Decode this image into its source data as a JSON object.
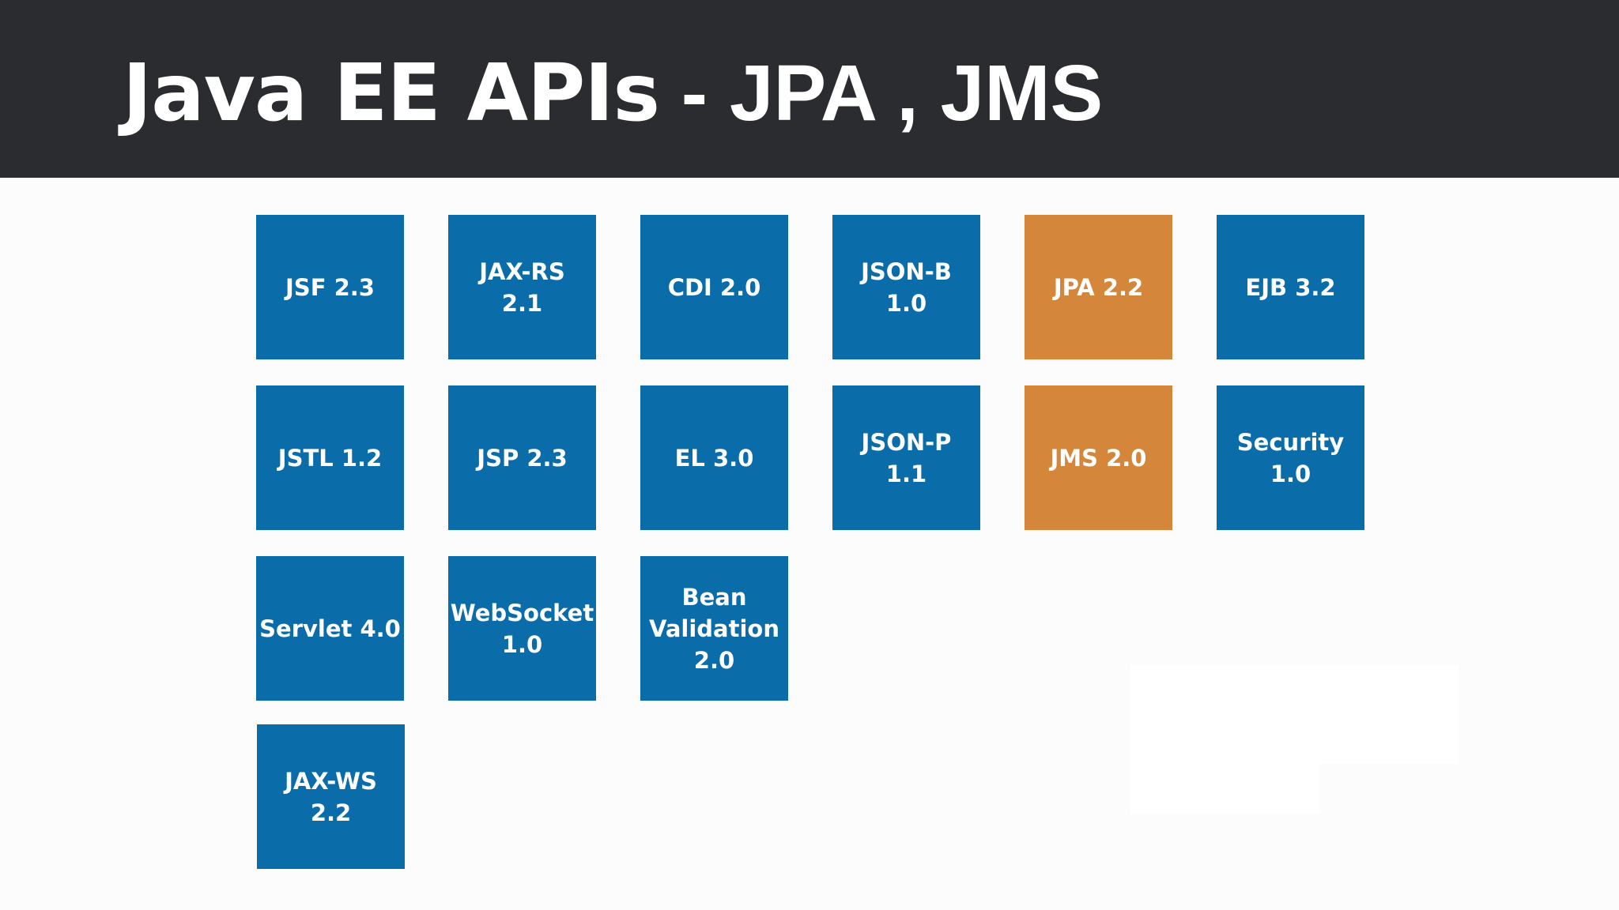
{
  "header": {
    "title_prefix": "Java EE APIs",
    "title_suffix": " - JPA , JMS"
  },
  "colors": {
    "header_background": "#2b2c30",
    "tile_default": "#0a6ca9",
    "tile_highlight": "#d4863b",
    "slide_background": "#fcfcfd"
  },
  "api_grid": {
    "tiles": [
      {
        "label": "JSF 2.3",
        "highlight": false
      },
      {
        "label": "JAX-RS\n2.1",
        "highlight": false
      },
      {
        "label": "CDI 2.0",
        "highlight": false
      },
      {
        "label": "JSON-B\n1.0",
        "highlight": false
      },
      {
        "label": "JPA 2.2",
        "highlight": true
      },
      {
        "label": "EJB 3.2",
        "highlight": false
      },
      {
        "label": "JSTL 1.2",
        "highlight": false
      },
      {
        "label": "JSP 2.3",
        "highlight": false
      },
      {
        "label": "EL 3.0",
        "highlight": false
      },
      {
        "label": "JSON-P\n1.1",
        "highlight": false
      },
      {
        "label": "JMS 2.0",
        "highlight": true
      },
      {
        "label": "Security\n1.0",
        "highlight": false
      },
      {
        "label": "Servlet 4.0",
        "highlight": false
      },
      {
        "label": "WebSocket\n1.0",
        "highlight": false
      },
      {
        "label": "Bean\nValidation\n2.0",
        "highlight": false
      },
      {
        "label": "JAX-WS\n2.2",
        "highlight": false
      }
    ]
  }
}
